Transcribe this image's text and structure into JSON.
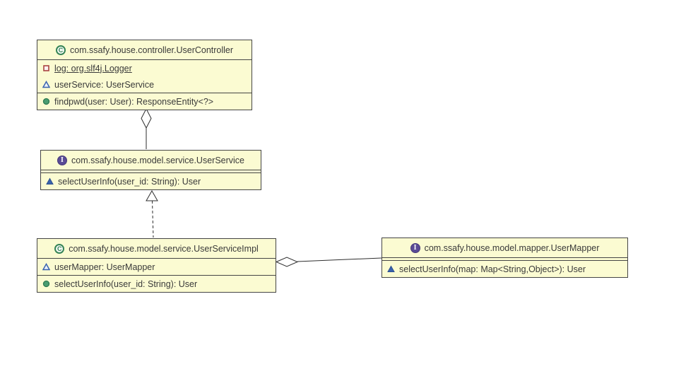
{
  "diagram": {
    "kind": "uml-class-diagram",
    "colors": {
      "node_fill": "#fbfbd2",
      "node_border": "#454545",
      "text": "#3a3a3a",
      "edge": "#2e2e2e",
      "class_icon_green": "#368456",
      "interface_icon_purple": "#5a4b96",
      "public_method_green": "#4a9d71",
      "private_field_red": "#a94442",
      "package_member_blue": "#3a63ae"
    },
    "icon_glyphs": {
      "class_glyph": "C",
      "interface_glyph": "I"
    },
    "nodes": {
      "controller": {
        "title": "com.ssafy.house.controller.UserController",
        "kind": "class",
        "fields": [
          {
            "text": "log: org.slf4j.Logger",
            "visibility": "private",
            "is_static": true,
            "icon": "private-field-icon"
          },
          {
            "text": "userService: UserService",
            "visibility": "package-private",
            "is_static": false,
            "icon": "package-field-icon"
          }
        ],
        "methods": [
          {
            "text": "findpwd(user: User): ResponseEntity<?>",
            "visibility": "public",
            "icon": "public-method-icon"
          }
        ]
      },
      "service": {
        "title": "com.ssafy.house.model.service.UserService",
        "kind": "interface",
        "fields": [],
        "methods": [
          {
            "text": "selectUserInfo(user_id: String): User",
            "visibility": "package-private",
            "icon": "package-method-icon"
          }
        ]
      },
      "service_impl": {
        "title": "com.ssafy.house.model.service.UserServiceImpl",
        "kind": "class",
        "fields": [
          {
            "text": "userMapper: UserMapper",
            "visibility": "package-private",
            "is_static": false,
            "icon": "package-field-icon"
          }
        ],
        "methods": [
          {
            "text": "selectUserInfo(user_id: String): User",
            "visibility": "public",
            "icon": "public-method-icon"
          }
        ]
      },
      "mapper": {
        "title": "com.ssafy.house.model.mapper.UserMapper",
        "kind": "interface",
        "fields": [],
        "methods": [
          {
            "text": "selectUserInfo(map: Map<String,Object>): User",
            "visibility": "package-private",
            "icon": "package-method-icon"
          }
        ]
      }
    },
    "edges": [
      {
        "type": "aggregation",
        "owner": "UserController",
        "part": "UserService"
      },
      {
        "type": "realization",
        "implementation": "UserServiceImpl",
        "interface": "UserService"
      },
      {
        "type": "aggregation",
        "owner": "UserServiceImpl",
        "part": "UserMapper"
      }
    ]
  }
}
